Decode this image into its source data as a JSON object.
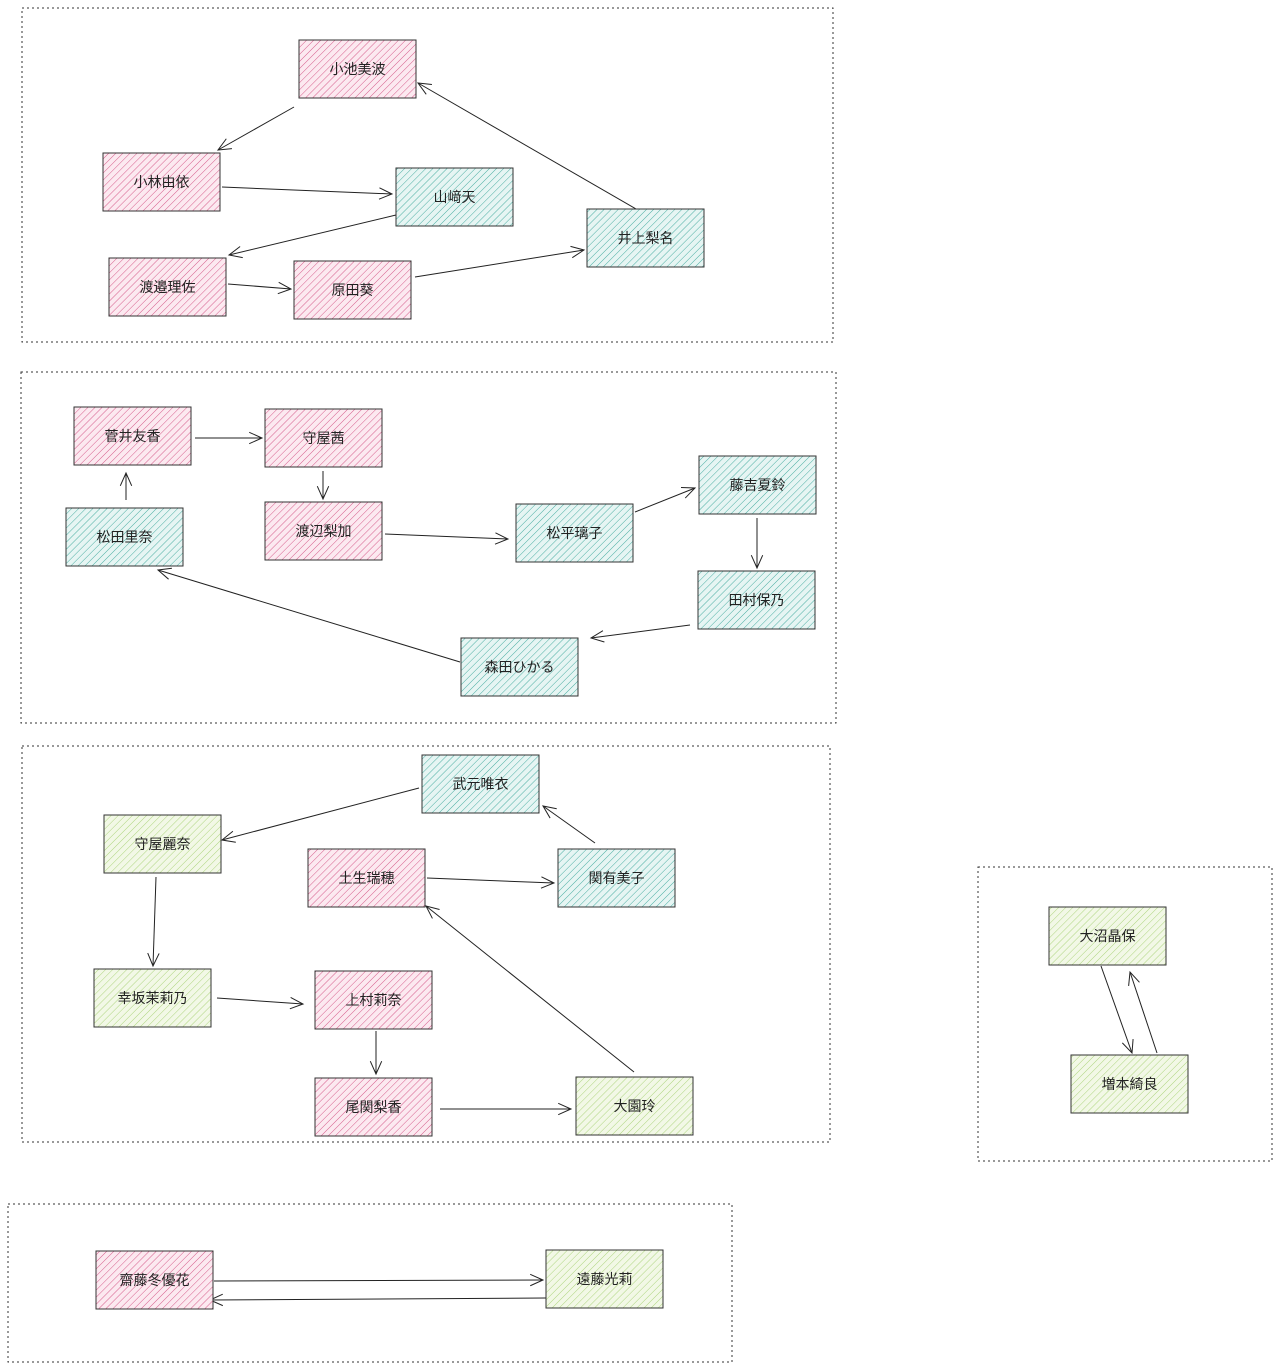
{
  "colors": {
    "pink": "#c2185b",
    "cyan": "#00897b",
    "green": "#8bc34a",
    "edge": "#222222",
    "group_border": "#333333"
  },
  "groups": [
    {
      "id": "group-1"
    },
    {
      "id": "group-2"
    },
    {
      "id": "group-3"
    },
    {
      "id": "group-4"
    },
    {
      "id": "group-5"
    }
  ],
  "nodes": [
    {
      "id": "koike",
      "label": "小池美波",
      "color": "pink"
    },
    {
      "id": "kobayashi",
      "label": "小林由依",
      "color": "pink"
    },
    {
      "id": "yamasaki",
      "label": "山﨑天",
      "color": "cyan"
    },
    {
      "id": "watanabe_risa",
      "label": "渡邉理佐",
      "color": "pink"
    },
    {
      "id": "harada",
      "label": "原田葵",
      "color": "pink"
    },
    {
      "id": "inoue",
      "label": "井上梨名",
      "color": "cyan"
    },
    {
      "id": "sugai",
      "label": "菅井友香",
      "color": "pink"
    },
    {
      "id": "moriya_akane",
      "label": "守屋茜",
      "color": "pink"
    },
    {
      "id": "matsuda",
      "label": "松田里奈",
      "color": "cyan"
    },
    {
      "id": "watanabe_rika",
      "label": "渡辺梨加",
      "color": "pink"
    },
    {
      "id": "matsudaira",
      "label": "松平璃子",
      "color": "cyan"
    },
    {
      "id": "fujiyoshi",
      "label": "藤吉夏鈴",
      "color": "cyan"
    },
    {
      "id": "tamura",
      "label": "田村保乃",
      "color": "cyan"
    },
    {
      "id": "morita",
      "label": "森田ひかる",
      "color": "cyan"
    },
    {
      "id": "takemoto",
      "label": "武元唯衣",
      "color": "cyan"
    },
    {
      "id": "moriya_rena",
      "label": "守屋麗奈",
      "color": "green"
    },
    {
      "id": "habu",
      "label": "土生瑞穂",
      "color": "pink"
    },
    {
      "id": "seki",
      "label": "関有美子",
      "color": "cyan"
    },
    {
      "id": "kousaka",
      "label": "幸坂茉莉乃",
      "color": "green"
    },
    {
      "id": "uemura",
      "label": "上村莉奈",
      "color": "pink"
    },
    {
      "id": "ozeki",
      "label": "尾関梨香",
      "color": "pink"
    },
    {
      "id": "ozono",
      "label": "大園玲",
      "color": "green"
    },
    {
      "id": "onuma",
      "label": "大沼晶保",
      "color": "green"
    },
    {
      "id": "masumoto",
      "label": "増本綺良",
      "color": "green"
    },
    {
      "id": "saito",
      "label": "齋藤冬優花",
      "color": "pink"
    },
    {
      "id": "endo",
      "label": "遠藤光莉",
      "color": "green"
    }
  ],
  "edges": [
    {
      "from": "koike",
      "to": "kobayashi"
    },
    {
      "from": "kobayashi",
      "to": "yamasaki"
    },
    {
      "from": "yamasaki",
      "to": "watanabe_risa"
    },
    {
      "from": "watanabe_risa",
      "to": "harada"
    },
    {
      "from": "harada",
      "to": "inoue"
    },
    {
      "from": "inoue",
      "to": "koike"
    },
    {
      "from": "sugai",
      "to": "moriya_akane"
    },
    {
      "from": "moriya_akane",
      "to": "watanabe_rika"
    },
    {
      "from": "watanabe_rika",
      "to": "matsudaira"
    },
    {
      "from": "matsudaira",
      "to": "fujiyoshi"
    },
    {
      "from": "fujiyoshi",
      "to": "tamura"
    },
    {
      "from": "tamura",
      "to": "morita"
    },
    {
      "from": "morita",
      "to": "matsuda"
    },
    {
      "from": "matsuda",
      "to": "sugai"
    },
    {
      "from": "takemoto",
      "to": "moriya_rena"
    },
    {
      "from": "moriya_rena",
      "to": "kousaka"
    },
    {
      "from": "kousaka",
      "to": "uemura"
    },
    {
      "from": "uemura",
      "to": "ozeki"
    },
    {
      "from": "ozeki",
      "to": "ozono"
    },
    {
      "from": "ozono",
      "to": "habu"
    },
    {
      "from": "habu",
      "to": "seki"
    },
    {
      "from": "seki",
      "to": "takemoto"
    },
    {
      "from": "onuma",
      "to": "masumoto"
    },
    {
      "from": "masumoto",
      "to": "onuma"
    },
    {
      "from": "saito",
      "to": "endo"
    },
    {
      "from": "endo",
      "to": "saito"
    }
  ]
}
